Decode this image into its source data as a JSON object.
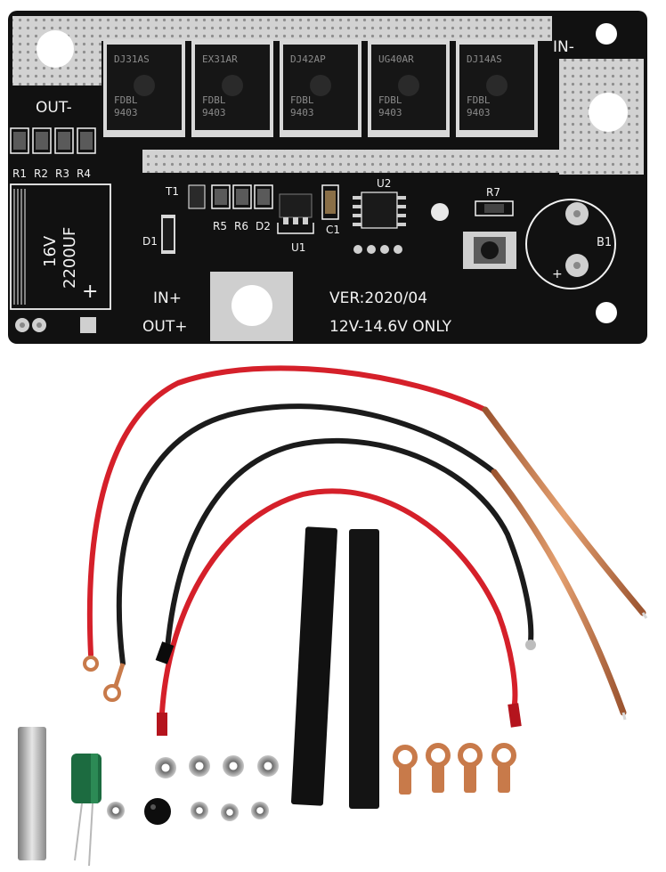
{
  "board": {
    "label_out_minus": "OUT-",
    "label_in_minus": "IN-",
    "label_in_plus": "IN+",
    "label_out_plus": "OUT+",
    "version": "VER:2020/04",
    "voltage_note": "12V-14.6V ONLY",
    "capacitor_voltage": "16V",
    "capacitor_value": "2200UF",
    "capacitor_plus": "+",
    "battery_ref": "B1",
    "battery_plus": "+",
    "ref_r1": "R1",
    "ref_r2": "R2",
    "ref_r3": "R3",
    "ref_r4": "R4",
    "ref_r5": "R5",
    "ref_r6": "R6",
    "ref_d2": "D2",
    "ref_t1": "T1",
    "ref_d1": "D1",
    "ref_u1": "U1",
    "ref_c1": "C1",
    "ref_u2": "U2",
    "ref_r7": "R7",
    "mosfets": [
      {
        "top": "DJ31AS",
        "mid": "FDBL",
        "bot": "9403"
      },
      {
        "top": "EX31AR",
        "mid": "FDBL",
        "bot": "9403"
      },
      {
        "top": "DJ42AP",
        "mid": "FDBL",
        "bot": "9403"
      },
      {
        "top": "UG40AR",
        "mid": "FDBL",
        "bot": "9403"
      },
      {
        "top": "DJ14AS",
        "mid": "FDBL",
        "bot": "9403"
      }
    ]
  },
  "colors": {
    "pcb": "#111111",
    "silkscreen": "#f2f2f2",
    "tinned_pad": "#d4d4d4",
    "wire_red": "#d5202a",
    "wire_black": "#1b1b1b",
    "copper": "#c87a4a"
  }
}
